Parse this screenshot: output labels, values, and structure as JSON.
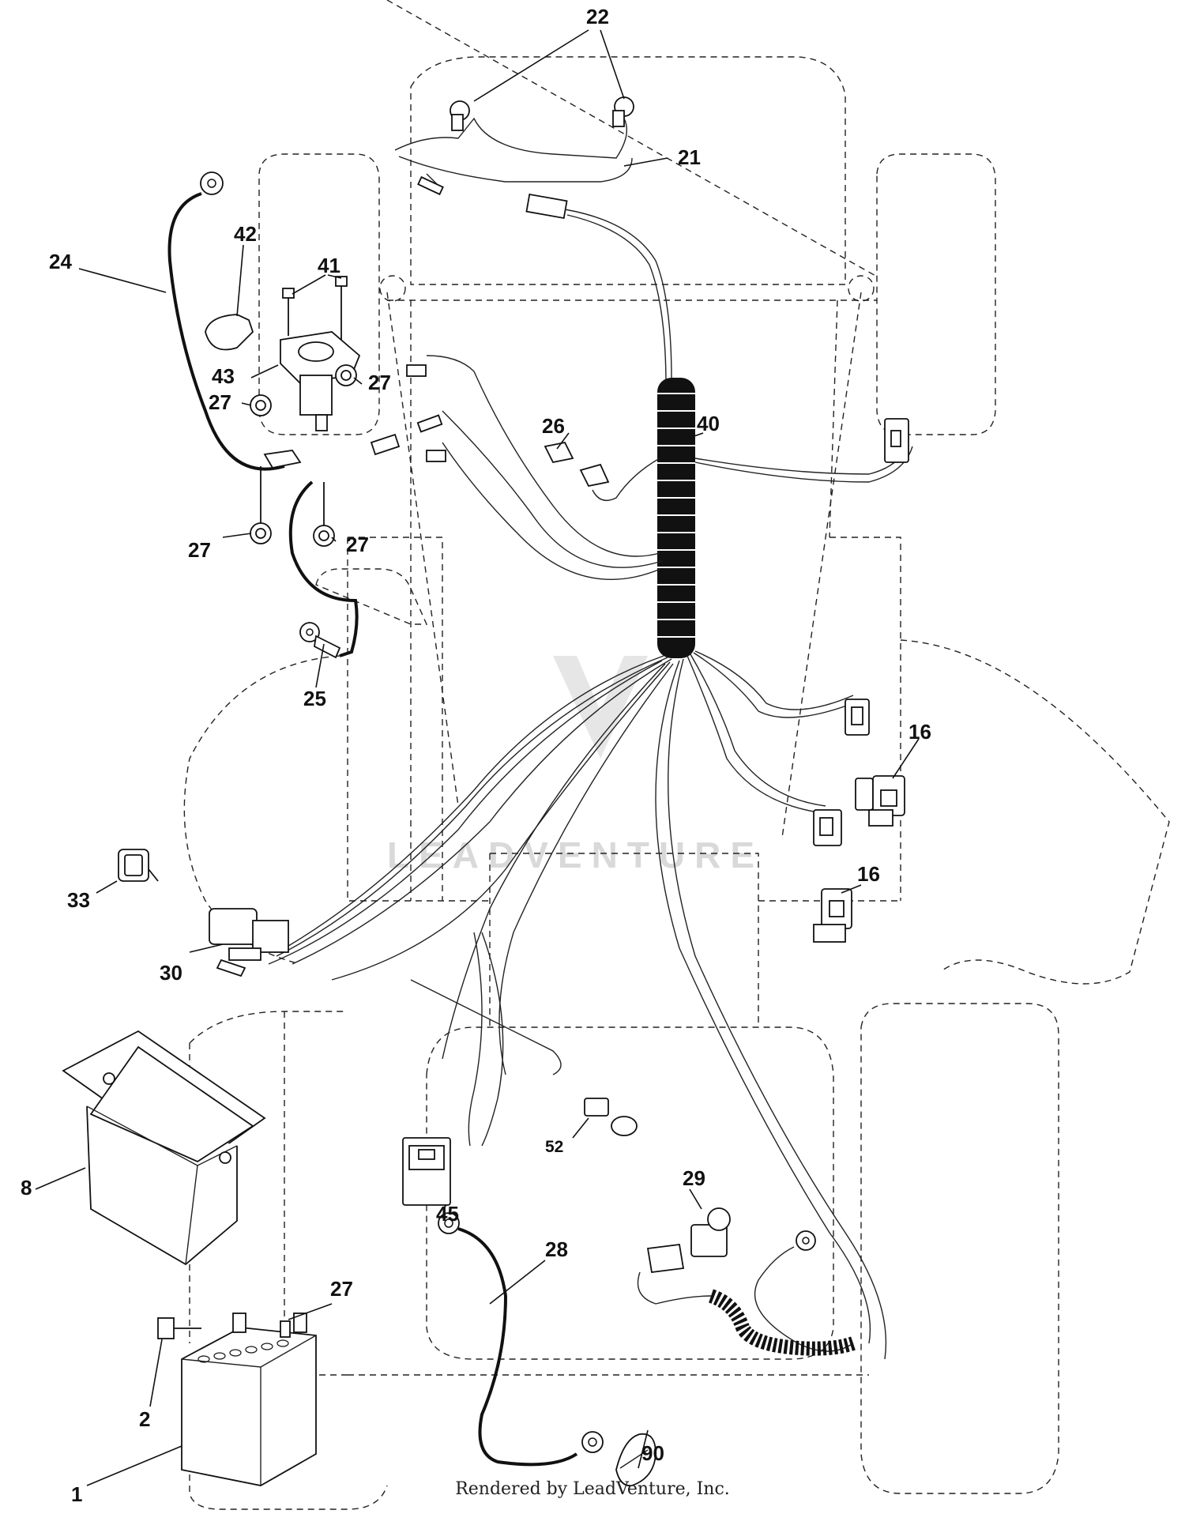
{
  "watermark": "LEADVENTURE",
  "footer": "Rendered by LeadVenture, Inc.",
  "callouts": {
    "c22": "22",
    "c21": "21",
    "c24": "24",
    "c42": "42",
    "c41": "41",
    "c43": "43",
    "c27a": "27",
    "c27b": "27",
    "c27c": "27",
    "c27d": "27",
    "c26": "26",
    "c40": "40",
    "c25": "25",
    "c16a": "16",
    "c16b": "16",
    "c33": "33",
    "c30": "30",
    "c8": "8",
    "c52": "52",
    "c29": "29",
    "c45": "45",
    "c28": "28",
    "c27e": "27",
    "c2": "2",
    "c1": "1",
    "c90": "90"
  }
}
